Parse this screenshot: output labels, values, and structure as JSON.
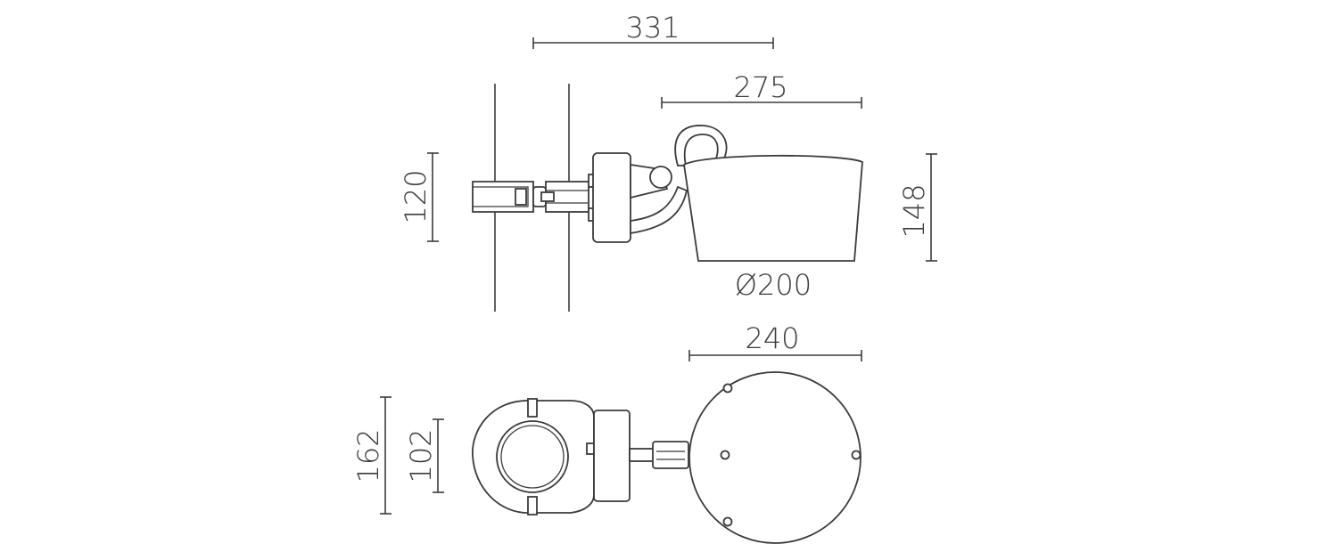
{
  "dimensions": {
    "overall_length": "331",
    "shade_length": "275",
    "clamp_height": "120",
    "shade_height": "148",
    "shade_diameter": "Ø200",
    "top_width": "240",
    "ring_outer": "162",
    "ring_inner": "102"
  },
  "colors": {
    "line": "#3b3b3b",
    "background": "#ffffff"
  }
}
